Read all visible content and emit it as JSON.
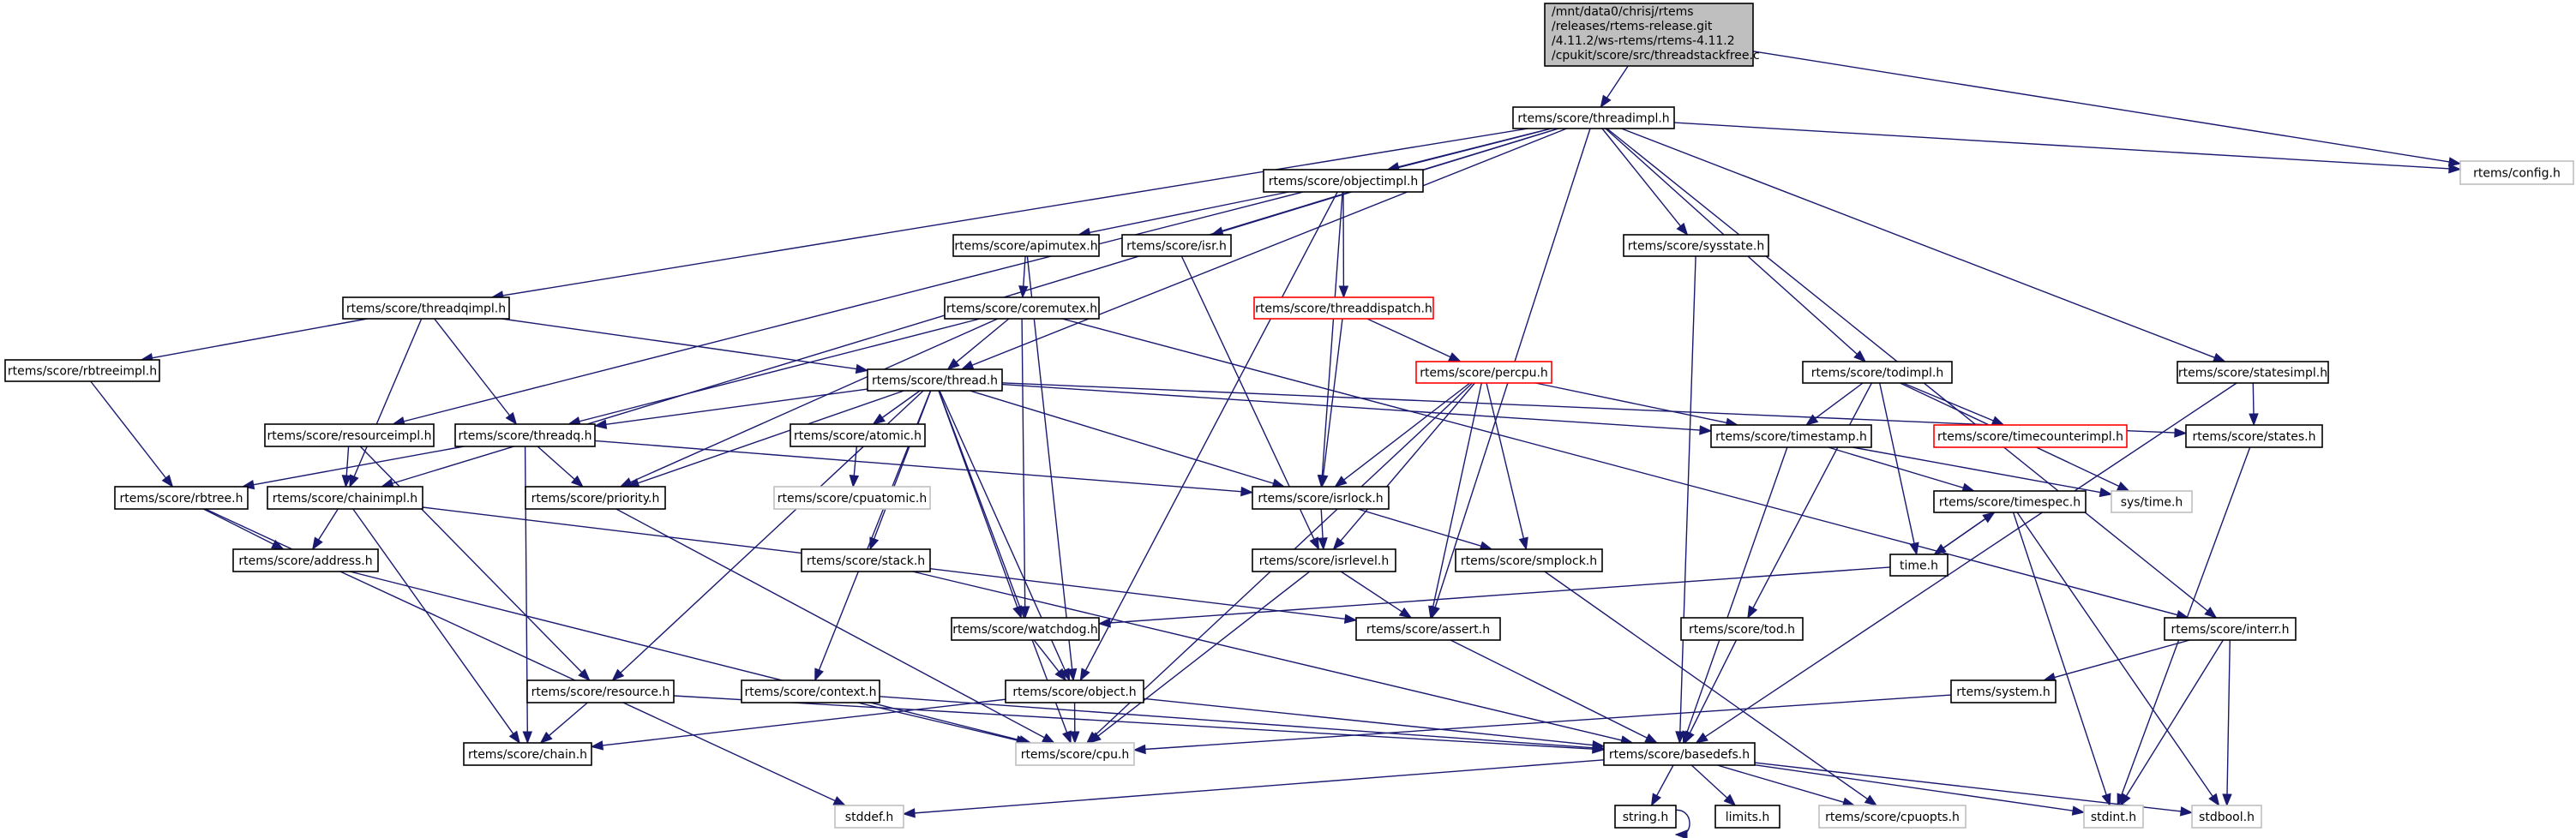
{
  "title": "Include dependency graph for threadstackfree.c",
  "colors": {
    "edge": "#191970",
    "root_fill": "#bfbfbf",
    "node_border": "#000000",
    "external_border": "#bfbfbf",
    "truncated_border": "#ff0000"
  },
  "nodes": [
    {
      "id": "root",
      "kind": "root",
      "lines": [
        "/mnt/data0/chrisj/rtems",
        "/releases/rtems-release.git",
        "/4.11.2/ws-rtems/rtems-4.11.2",
        "/cpukit/score/src/threadstackfree.c"
      ]
    },
    {
      "id": "threadimpl",
      "kind": "normal",
      "lines": [
        "rtems/score/threadimpl.h"
      ]
    },
    {
      "id": "config",
      "kind": "missing",
      "lines": [
        "rtems/config.h"
      ]
    },
    {
      "id": "objectimpl",
      "kind": "normal",
      "lines": [
        "rtems/score/objectimpl.h"
      ]
    },
    {
      "id": "apimutex",
      "kind": "normal",
      "lines": [
        "rtems/score/apimutex.h"
      ]
    },
    {
      "id": "isr",
      "kind": "normal",
      "lines": [
        "rtems/score/isr.h"
      ]
    },
    {
      "id": "sysstate",
      "kind": "normal",
      "lines": [
        "rtems/score/sysstate.h"
      ]
    },
    {
      "id": "threadqimpl",
      "kind": "normal",
      "lines": [
        "rtems/score/threadqimpl.h"
      ]
    },
    {
      "id": "coremutex",
      "kind": "normal",
      "lines": [
        "rtems/score/coremutex.h"
      ]
    },
    {
      "id": "threaddispatch",
      "kind": "truncated",
      "lines": [
        "rtems/score/threaddispatch.h"
      ]
    },
    {
      "id": "rbtreeimpl",
      "kind": "normal",
      "lines": [
        "rtems/score/rbtreeimpl.h"
      ]
    },
    {
      "id": "thread",
      "kind": "normal",
      "lines": [
        "rtems/score/thread.h"
      ]
    },
    {
      "id": "percpu",
      "kind": "truncated",
      "lines": [
        "rtems/score/percpu.h"
      ]
    },
    {
      "id": "todimpl",
      "kind": "normal",
      "lines": [
        "rtems/score/todimpl.h"
      ]
    },
    {
      "id": "statesimpl",
      "kind": "normal",
      "lines": [
        "rtems/score/statesimpl.h"
      ]
    },
    {
      "id": "resourceimpl",
      "kind": "normal",
      "lines": [
        "rtems/score/resourceimpl.h"
      ]
    },
    {
      "id": "threadq",
      "kind": "normal",
      "lines": [
        "rtems/score/threadq.h"
      ]
    },
    {
      "id": "atomic",
      "kind": "normal",
      "lines": [
        "rtems/score/atomic.h"
      ]
    },
    {
      "id": "timestamp",
      "kind": "normal",
      "lines": [
        "rtems/score/timestamp.h"
      ]
    },
    {
      "id": "timecounterimpl",
      "kind": "truncated",
      "lines": [
        "rtems/score/timecounterimpl.h"
      ]
    },
    {
      "id": "states",
      "kind": "normal",
      "lines": [
        "rtems/score/states.h"
      ]
    },
    {
      "id": "rbtree",
      "kind": "normal",
      "lines": [
        "rtems/score/rbtree.h"
      ]
    },
    {
      "id": "chainimpl",
      "kind": "normal",
      "lines": [
        "rtems/score/chainimpl.h"
      ]
    },
    {
      "id": "priority",
      "kind": "normal",
      "lines": [
        "rtems/score/priority.h"
      ]
    },
    {
      "id": "cpuatomic",
      "kind": "missing",
      "lines": [
        "rtems/score/cpuatomic.h"
      ]
    },
    {
      "id": "isrlock",
      "kind": "normal",
      "lines": [
        "rtems/score/isrlock.h"
      ]
    },
    {
      "id": "timespec",
      "kind": "normal",
      "lines": [
        "rtems/score/timespec.h"
      ]
    },
    {
      "id": "systime",
      "kind": "missing",
      "lines": [
        "sys/time.h"
      ]
    },
    {
      "id": "address",
      "kind": "normal",
      "lines": [
        "rtems/score/address.h"
      ]
    },
    {
      "id": "stack",
      "kind": "normal",
      "lines": [
        "rtems/score/stack.h"
      ]
    },
    {
      "id": "isrlevel",
      "kind": "normal",
      "lines": [
        "rtems/score/isrlevel.h"
      ]
    },
    {
      "id": "smplock",
      "kind": "normal",
      "lines": [
        "rtems/score/smplock.h"
      ]
    },
    {
      "id": "time",
      "kind": "normal",
      "lines": [
        "time.h"
      ]
    },
    {
      "id": "watchdog",
      "kind": "normal",
      "lines": [
        "rtems/score/watchdog.h"
      ]
    },
    {
      "id": "assert",
      "kind": "normal",
      "lines": [
        "rtems/score/assert.h"
      ]
    },
    {
      "id": "tod",
      "kind": "normal",
      "lines": [
        "rtems/score/tod.h"
      ]
    },
    {
      "id": "interr",
      "kind": "normal",
      "lines": [
        "rtems/score/interr.h"
      ]
    },
    {
      "id": "resource",
      "kind": "normal",
      "lines": [
        "rtems/score/resource.h"
      ]
    },
    {
      "id": "context",
      "kind": "normal",
      "lines": [
        "rtems/score/context.h"
      ]
    },
    {
      "id": "object",
      "kind": "normal",
      "lines": [
        "rtems/score/object.h"
      ]
    },
    {
      "id": "system",
      "kind": "normal",
      "lines": [
        "rtems/system.h"
      ]
    },
    {
      "id": "chain",
      "kind": "normal",
      "lines": [
        "rtems/score/chain.h"
      ]
    },
    {
      "id": "cpu",
      "kind": "missing",
      "lines": [
        "rtems/score/cpu.h"
      ]
    },
    {
      "id": "basedefs",
      "kind": "normal",
      "lines": [
        "rtems/score/basedefs.h"
      ]
    },
    {
      "id": "stddef",
      "kind": "missing",
      "lines": [
        "stddef.h"
      ]
    },
    {
      "id": "string",
      "kind": "normal",
      "lines": [
        "string.h"
      ]
    },
    {
      "id": "limits",
      "kind": "normal",
      "lines": [
        "limits.h"
      ]
    },
    {
      "id": "cpuopts",
      "kind": "missing",
      "lines": [
        "rtems/score/cpuopts.h"
      ]
    },
    {
      "id": "stdint",
      "kind": "missing",
      "lines": [
        "stdint.h"
      ]
    },
    {
      "id": "stdbool",
      "kind": "missing",
      "lines": [
        "stdbool.h"
      ]
    }
  ],
  "edges": [
    [
      "root",
      "threadimpl"
    ],
    [
      "root",
      "config"
    ],
    [
      "threadimpl",
      "config"
    ],
    [
      "threadimpl",
      "objectimpl"
    ],
    [
      "threadimpl",
      "isr"
    ],
    [
      "threadimpl",
      "sysstate"
    ],
    [
      "threadimpl",
      "threadqimpl"
    ],
    [
      "threadimpl",
      "thread"
    ],
    [
      "threadimpl",
      "resourceimpl"
    ],
    [
      "threadimpl",
      "chainimpl"
    ],
    [
      "threadimpl",
      "todimpl"
    ],
    [
      "threadimpl",
      "statesimpl"
    ],
    [
      "threadimpl",
      "assert"
    ],
    [
      "threadimpl",
      "interr"
    ],
    [
      "objectimpl",
      "apimutex"
    ],
    [
      "objectimpl",
      "threaddispatch"
    ],
    [
      "objectimpl",
      "isrlock"
    ],
    [
      "objectimpl",
      "object"
    ],
    [
      "apimutex",
      "coremutex"
    ],
    [
      "apimutex",
      "object"
    ],
    [
      "isr",
      "isrlevel"
    ],
    [
      "sysstate",
      "basedefs"
    ],
    [
      "threadqimpl",
      "rbtreeimpl"
    ],
    [
      "threadqimpl",
      "threadq"
    ],
    [
      "threadqimpl",
      "chainimpl"
    ],
    [
      "threadqimpl",
      "thread"
    ],
    [
      "coremutex",
      "thread"
    ],
    [
      "coremutex",
      "threadq"
    ],
    [
      "coremutex",
      "priority"
    ],
    [
      "coremutex",
      "watchdog"
    ],
    [
      "coremutex",
      "interr"
    ],
    [
      "threaddispatch",
      "percpu"
    ],
    [
      "threaddispatch",
      "isrlock"
    ],
    [
      "rbtreeimpl",
      "rbtree"
    ],
    [
      "thread",
      "threadq"
    ],
    [
      "thread",
      "atomic"
    ],
    [
      "thread",
      "priority"
    ],
    [
      "thread",
      "isrlock"
    ],
    [
      "thread",
      "timestamp"
    ],
    [
      "thread",
      "states"
    ],
    [
      "thread",
      "stack"
    ],
    [
      "thread",
      "watchdog"
    ],
    [
      "thread",
      "resource"
    ],
    [
      "thread",
      "context"
    ],
    [
      "thread",
      "object"
    ],
    [
      "thread",
      "cpu"
    ],
    [
      "percpu",
      "timestamp"
    ],
    [
      "percpu",
      "isrlock"
    ],
    [
      "percpu",
      "isrlevel"
    ],
    [
      "percpu",
      "smplock"
    ],
    [
      "percpu",
      "assert"
    ],
    [
      "percpu",
      "cpu"
    ],
    [
      "todimpl",
      "timestamp"
    ],
    [
      "todimpl",
      "timecounterimpl"
    ],
    [
      "todimpl",
      "systime"
    ],
    [
      "todimpl",
      "time"
    ],
    [
      "todimpl",
      "tod"
    ],
    [
      "statesimpl",
      "states"
    ],
    [
      "statesimpl",
      "basedefs"
    ],
    [
      "resourceimpl",
      "chainimpl"
    ],
    [
      "resourceimpl",
      "resource"
    ],
    [
      "threadq",
      "rbtree"
    ],
    [
      "threadq",
      "priority"
    ],
    [
      "threadq",
      "chain"
    ],
    [
      "threadq",
      "isrlock"
    ],
    [
      "atomic",
      "cpuatomic"
    ],
    [
      "timestamp",
      "timespec"
    ],
    [
      "timestamp",
      "systime"
    ],
    [
      "timestamp",
      "basedefs"
    ],
    [
      "states",
      "stdint"
    ],
    [
      "rbtree",
      "address"
    ],
    [
      "rbtree",
      "stddef"
    ],
    [
      "chainimpl",
      "address"
    ],
    [
      "chainimpl",
      "chain"
    ],
    [
      "chainimpl",
      "assert"
    ],
    [
      "priority",
      "cpu"
    ],
    [
      "isrlock",
      "isrlevel"
    ],
    [
      "isrlock",
      "smplock"
    ],
    [
      "timespec",
      "time"
    ],
    [
      "timespec",
      "stdint"
    ],
    [
      "timespec",
      "stdbool"
    ],
    [
      "time",
      "timespec"
    ],
    [
      "time",
      "watchdog"
    ],
    [
      "address",
      "cpu"
    ],
    [
      "stack",
      "basedefs"
    ],
    [
      "isrlevel",
      "assert"
    ],
    [
      "isrlevel",
      "cpu"
    ],
    [
      "smplock",
      "cpuopts"
    ],
    [
      "watchdog",
      "object"
    ],
    [
      "assert",
      "basedefs"
    ],
    [
      "tod",
      "basedefs"
    ],
    [
      "interr",
      "system"
    ],
    [
      "interr",
      "stdint"
    ],
    [
      "interr",
      "stdbool"
    ],
    [
      "resource",
      "chain"
    ],
    [
      "resource",
      "basedefs"
    ],
    [
      "context",
      "cpu"
    ],
    [
      "context",
      "basedefs"
    ],
    [
      "object",
      "chain"
    ],
    [
      "object",
      "cpu"
    ],
    [
      "object",
      "basedefs"
    ],
    [
      "system",
      "cpu"
    ],
    [
      "basedefs",
      "stddef"
    ],
    [
      "basedefs",
      "string"
    ],
    [
      "basedefs",
      "limits"
    ],
    [
      "basedefs",
      "cpuopts"
    ],
    [
      "basedefs",
      "stdint"
    ],
    [
      "basedefs",
      "stdbool"
    ],
    [
      "string",
      "string"
    ]
  ]
}
